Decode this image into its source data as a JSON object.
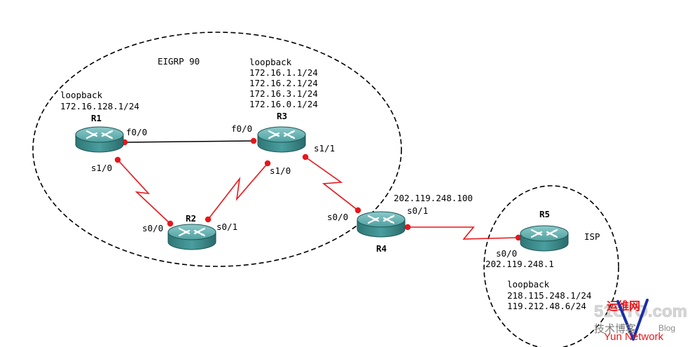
{
  "domains": {
    "eigrp": "EIGRP 90",
    "isp": "ISP"
  },
  "routers": {
    "r1": "R1",
    "r2": "R2",
    "r3": "R3",
    "r4": "R4",
    "r5": "R5"
  },
  "loopbacks": {
    "r1": [
      "loopback",
      "172.16.128.1/24"
    ],
    "r3": [
      "loopback",
      "172.16.1.1/24",
      "172.16.2.1/24",
      "172.16.3.1/24",
      "172.16.0.1/24"
    ],
    "r5": [
      "loopback",
      "218.115.248.1/24",
      "119.212.48.6/24"
    ]
  },
  "interfaces": {
    "r1_f0_0": "f0/0",
    "r1_s1_0": "s1/0",
    "r3_f0_0": "f0/0",
    "r3_s1_0": "s1/0",
    "r3_s1_1": "s1/1",
    "r2_s0_0": "s0/0",
    "r2_s0_1": "s0/1",
    "r4_s0_0": "s0/0",
    "r4_s0_1": "s0/1",
    "r4_ip": "202.119.248.100",
    "r5_s0_0": "s0/0",
    "r5_ip": "202.119.248.1"
  },
  "watermark": {
    "site": "51CTO.com",
    "cn_top": "运维网",
    "cn_bottom": "技术博客",
    "blog": "Blog",
    "network": "Yun Network"
  },
  "colors": {
    "serial_link": "#e8161a",
    "ethernet_link": "#000000",
    "port_dot": "#e8161a",
    "router_body": "#3d8f8f",
    "router_top": "#66b3b3",
    "watermark_v": "#1a2fa8"
  }
}
